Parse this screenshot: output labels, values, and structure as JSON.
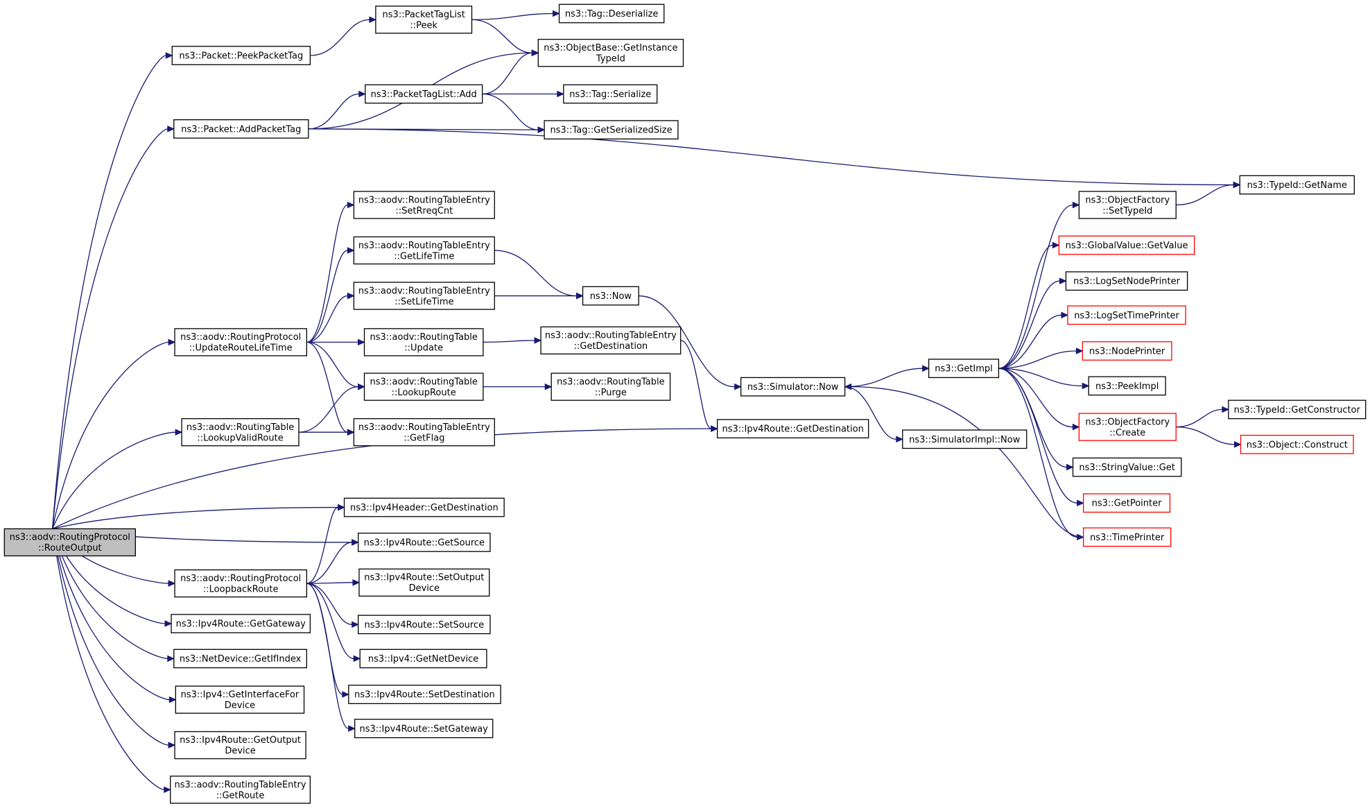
{
  "diagram": {
    "nodes": [
      {
        "id": "root",
        "lines": [
          "ns3::aodv::RoutingProtocol",
          "::RouteOutput"
        ],
        "style": "root"
      },
      {
        "id": "peekPacketTag",
        "lines": [
          "ns3::Packet::PeekPacketTag"
        ]
      },
      {
        "id": "addPacketTag",
        "lines": [
          "ns3::Packet::AddPacketTag"
        ]
      },
      {
        "id": "updateRouteLifeTime",
        "lines": [
          "ns3::aodv::RoutingProtocol",
          "::UpdateRouteLifeTime"
        ]
      },
      {
        "id": "lookupValidRoute",
        "lines": [
          "ns3::aodv::RoutingTable",
          "::LookupValidRoute"
        ]
      },
      {
        "id": "loopbackRoute",
        "lines": [
          "ns3::aodv::RoutingProtocol",
          "::LoopbackRoute"
        ]
      },
      {
        "id": "ipv4RouteGetGateway",
        "lines": [
          "ns3::Ipv4Route::GetGateway"
        ]
      },
      {
        "id": "netDeviceGetIfIndex",
        "lines": [
          "ns3::NetDevice::GetIfIndex"
        ]
      },
      {
        "id": "ipv4GetInterfaceForDevice",
        "lines": [
          "ns3::Ipv4::GetInterfaceFor",
          "Device"
        ]
      },
      {
        "id": "ipv4RouteGetOutputDevice",
        "lines": [
          "ns3::Ipv4Route::GetOutput",
          "Device"
        ]
      },
      {
        "id": "rteGetRoute",
        "lines": [
          "ns3::aodv::RoutingTableEntry",
          "::GetRoute"
        ]
      },
      {
        "id": "packetTagListPeek",
        "lines": [
          "ns3::PacketTagList",
          "::Peek"
        ]
      },
      {
        "id": "packetTagListAdd",
        "lines": [
          "ns3::PacketTagList::Add"
        ]
      },
      {
        "id": "tagDeserialize",
        "lines": [
          "ns3::Tag::Deserialize"
        ]
      },
      {
        "id": "objectBaseGetInstanceTypeId",
        "lines": [
          "ns3::ObjectBase::GetInstance",
          "TypeId"
        ]
      },
      {
        "id": "tagSerialize",
        "lines": [
          "ns3::Tag::Serialize"
        ]
      },
      {
        "id": "tagGetSerializedSize",
        "lines": [
          "ns3::Tag::GetSerializedSize"
        ]
      },
      {
        "id": "typeIdGetName",
        "lines": [
          "ns3::TypeId::GetName"
        ]
      },
      {
        "id": "rteSetRreqCnt",
        "lines": [
          "ns3::aodv::RoutingTableEntry",
          "::SetRreqCnt"
        ]
      },
      {
        "id": "rteGetLifeTime",
        "lines": [
          "ns3::aodv::RoutingTableEntry",
          "::GetLifeTime"
        ]
      },
      {
        "id": "rteSetLifeTime",
        "lines": [
          "ns3::aodv::RoutingTableEntry",
          "::SetLifeTime"
        ]
      },
      {
        "id": "rtUpdate",
        "lines": [
          "ns3::aodv::RoutingTable",
          "::Update"
        ]
      },
      {
        "id": "rtLookupRoute",
        "lines": [
          "ns3::aodv::RoutingTable",
          "::LookupRoute"
        ]
      },
      {
        "id": "rteGetFlag",
        "lines": [
          "ns3::aodv::RoutingTableEntry",
          "::GetFlag"
        ]
      },
      {
        "id": "now",
        "lines": [
          "ns3::Now"
        ]
      },
      {
        "id": "rteGetDestination",
        "lines": [
          "ns3::aodv::RoutingTableEntry",
          "::GetDestination"
        ]
      },
      {
        "id": "rtPurge",
        "lines": [
          "ns3::aodv::RoutingTable",
          "::Purge"
        ]
      },
      {
        "id": "simulatorNow",
        "lines": [
          "ns3::Simulator::Now"
        ]
      },
      {
        "id": "ipv4RouteGetDestination",
        "lines": [
          "ns3::Ipv4Route::GetDestination"
        ]
      },
      {
        "id": "ipv4HeaderGetDestination",
        "lines": [
          "ns3::Ipv4Header::GetDestination"
        ]
      },
      {
        "id": "ipv4RouteGetSource",
        "lines": [
          "ns3::Ipv4Route::GetSource"
        ]
      },
      {
        "id": "ipv4RouteSetOutputDevice",
        "lines": [
          "ns3::Ipv4Route::SetOutput",
          "Device"
        ]
      },
      {
        "id": "ipv4RouteSetSource",
        "lines": [
          "ns3::Ipv4Route::SetSource"
        ]
      },
      {
        "id": "ipv4GetNetDevice",
        "lines": [
          "ns3::Ipv4::GetNetDevice"
        ]
      },
      {
        "id": "ipv4RouteSetDestination",
        "lines": [
          "ns3::Ipv4Route::SetDestination"
        ]
      },
      {
        "id": "ipv4RouteSetGateway",
        "lines": [
          "ns3::Ipv4Route::SetGateway"
        ]
      },
      {
        "id": "getImpl",
        "lines": [
          "ns3::GetImpl"
        ]
      },
      {
        "id": "simulatorImplNow",
        "lines": [
          "ns3::SimulatorImpl::Now"
        ]
      },
      {
        "id": "objectFactorySetTypeId",
        "lines": [
          "ns3::ObjectFactory",
          "::SetTypeId"
        ]
      },
      {
        "id": "globalValueGetValue",
        "lines": [
          "ns3::GlobalValue::GetValue"
        ],
        "style": "trunc"
      },
      {
        "id": "logSetNodePrinter",
        "lines": [
          "ns3::LogSetNodePrinter"
        ]
      },
      {
        "id": "logSetTimePrinter",
        "lines": [
          "ns3::LogSetTimePrinter"
        ],
        "style": "trunc"
      },
      {
        "id": "nodePrinter",
        "lines": [
          "ns3::NodePrinter"
        ],
        "style": "trunc"
      },
      {
        "id": "peekImpl",
        "lines": [
          "ns3::PeekImpl"
        ]
      },
      {
        "id": "objectFactoryCreate",
        "lines": [
          "ns3::ObjectFactory",
          "::Create"
        ],
        "style": "trunc"
      },
      {
        "id": "stringValueGet",
        "lines": [
          "ns3::StringValue::Get"
        ]
      },
      {
        "id": "getPointer",
        "lines": [
          "ns3::GetPointer"
        ],
        "style": "trunc"
      },
      {
        "id": "timePrinter",
        "lines": [
          "ns3::TimePrinter"
        ],
        "style": "trunc"
      },
      {
        "id": "typeIdGetConstructor",
        "lines": [
          "ns3::TypeId::GetConstructor"
        ]
      },
      {
        "id": "objectConstruct",
        "lines": [
          "ns3::Object::Construct"
        ],
        "style": "trunc"
      }
    ],
    "edges": [
      [
        "root",
        "peekPacketTag"
      ],
      [
        "root",
        "addPacketTag"
      ],
      [
        "root",
        "updateRouteLifeTime"
      ],
      [
        "root",
        "lookupValidRoute"
      ],
      [
        "root",
        "ipv4RouteGetDestination"
      ],
      [
        "root",
        "ipv4HeaderGetDestination"
      ],
      [
        "root",
        "ipv4RouteGetSource"
      ],
      [
        "root",
        "loopbackRoute"
      ],
      [
        "root",
        "ipv4RouteGetGateway"
      ],
      [
        "root",
        "netDeviceGetIfIndex"
      ],
      [
        "root",
        "ipv4GetInterfaceForDevice"
      ],
      [
        "root",
        "ipv4RouteGetOutputDevice"
      ],
      [
        "root",
        "rteGetRoute"
      ],
      [
        "peekPacketTag",
        "packetTagListPeek"
      ],
      [
        "packetTagListPeek",
        "tagDeserialize"
      ],
      [
        "packetTagListPeek",
        "objectBaseGetInstanceTypeId"
      ],
      [
        "addPacketTag",
        "objectBaseGetInstanceTypeId"
      ],
      [
        "addPacketTag",
        "packetTagListAdd"
      ],
      [
        "addPacketTag",
        "tagGetSerializedSize"
      ],
      [
        "addPacketTag",
        "typeIdGetName"
      ],
      [
        "packetTagListAdd",
        "objectBaseGetInstanceTypeId"
      ],
      [
        "packetTagListAdd",
        "tagSerialize"
      ],
      [
        "packetTagListAdd",
        "tagGetSerializedSize"
      ],
      [
        "updateRouteLifeTime",
        "rteSetRreqCnt"
      ],
      [
        "updateRouteLifeTime",
        "rteGetLifeTime"
      ],
      [
        "updateRouteLifeTime",
        "rteSetLifeTime"
      ],
      [
        "updateRouteLifeTime",
        "rtUpdate"
      ],
      [
        "updateRouteLifeTime",
        "rtLookupRoute"
      ],
      [
        "updateRouteLifeTime",
        "rteGetFlag"
      ],
      [
        "rteGetLifeTime",
        "now"
      ],
      [
        "rteSetLifeTime",
        "now"
      ],
      [
        "rtUpdate",
        "rteGetDestination"
      ],
      [
        "rtLookupRoute",
        "rtPurge"
      ],
      [
        "lookupValidRoute",
        "rtLookupRoute"
      ],
      [
        "lookupValidRoute",
        "rteGetFlag"
      ],
      [
        "now",
        "simulatorNow"
      ],
      [
        "rteGetDestination",
        "ipv4RouteGetDestination"
      ],
      [
        "simulatorNow",
        "getImpl"
      ],
      [
        "simulatorNow",
        "simulatorImplNow"
      ],
      [
        "getImpl",
        "objectFactorySetTypeId"
      ],
      [
        "getImpl",
        "globalValueGetValue"
      ],
      [
        "getImpl",
        "logSetNodePrinter"
      ],
      [
        "getImpl",
        "logSetTimePrinter"
      ],
      [
        "getImpl",
        "nodePrinter"
      ],
      [
        "getImpl",
        "peekImpl"
      ],
      [
        "getImpl",
        "objectFactoryCreate"
      ],
      [
        "getImpl",
        "stringValueGet"
      ],
      [
        "getImpl",
        "getPointer"
      ],
      [
        "getImpl",
        "timePrinter"
      ],
      [
        "objectFactorySetTypeId",
        "typeIdGetName"
      ],
      [
        "objectFactoryCreate",
        "typeIdGetConstructor"
      ],
      [
        "objectFactoryCreate",
        "objectConstruct"
      ],
      [
        "timePrinter",
        "simulatorNow"
      ],
      [
        "loopbackRoute",
        "ipv4HeaderGetDestination"
      ],
      [
        "loopbackRoute",
        "ipv4RouteGetSource"
      ],
      [
        "loopbackRoute",
        "ipv4RouteSetOutputDevice"
      ],
      [
        "loopbackRoute",
        "ipv4RouteSetSource"
      ],
      [
        "loopbackRoute",
        "ipv4GetNetDevice"
      ],
      [
        "loopbackRoute",
        "ipv4RouteSetDestination"
      ],
      [
        "loopbackRoute",
        "ipv4RouteSetGateway"
      ]
    ]
  }
}
